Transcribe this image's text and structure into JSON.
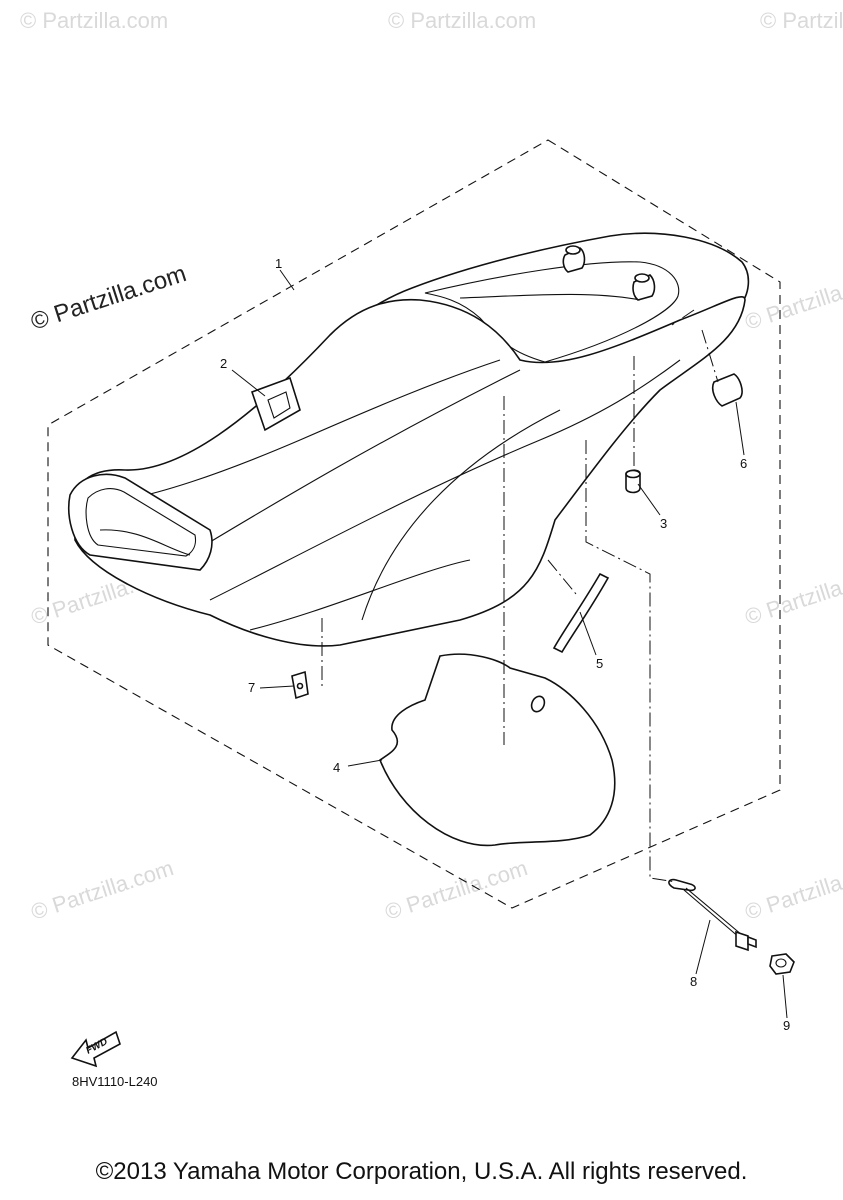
{
  "watermark": {
    "main_text": "© Partzilla.com",
    "faint_text": "© Partzilla.com"
  },
  "callouts": {
    "c1": "1",
    "c2": "2",
    "c3": "3",
    "c4": "4",
    "c5": "5",
    "c6": "6",
    "c7": "7",
    "c8": "8",
    "c9": "9"
  },
  "fwd_label": "FWD",
  "reference_code": "8HV1110-L240",
  "copyright": "©2013 Yamaha Motor Corporation, U.S.A. All rights reserved.",
  "icons": {
    "fwd_arrow": "fwd-arrow-icon"
  }
}
